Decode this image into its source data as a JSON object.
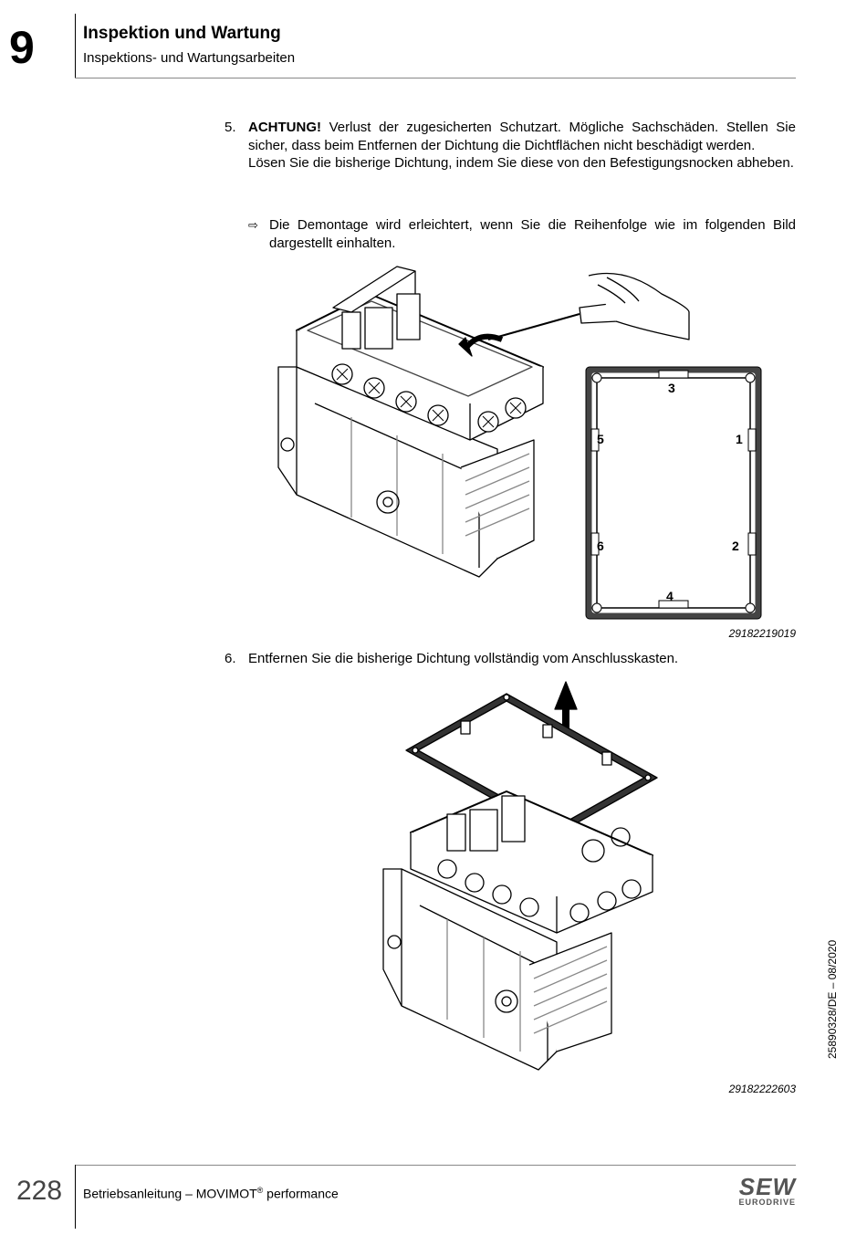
{
  "header": {
    "chapter": "9",
    "title": "Inspektion und Wartung",
    "subtitle": "Inspektions- und Wartungsarbeiten"
  },
  "step5": {
    "number": "5.",
    "warning": "ACHTUNG!",
    "text1": " Verlust der zugesicherten Schutzart. Mögliche Sachschäden. Stellen Sie sicher, dass beim Entfernen der Dichtung die Dichtflächen nicht beschädigt werden.",
    "text2": "Lösen Sie die bisherige Dichtung, indem Sie diese von den Befestigungsnocken abheben.",
    "note": "Die Demontage wird erleichtert, wenn Sie die Reihenfolge wie im folgenden Bild dargestellt einhalten.",
    "figure_id": "29182219019",
    "gasket_labels": [
      "1",
      "2",
      "3",
      "4",
      "5",
      "6"
    ]
  },
  "step6": {
    "number": "6.",
    "text": "Entfernen Sie die bisherige Dichtung vollständig vom Anschlusskasten.",
    "figure_id": "29182222603"
  },
  "side_doc_id": "25890328/DE – 08/2020",
  "footer": {
    "page_number": "228",
    "doc_title": "Betriebsanleitung – MOVIMOT",
    "registered": "®",
    "doc_suffix": " performance",
    "logo_main": "SEW",
    "logo_sub": "EURODRIVE"
  }
}
